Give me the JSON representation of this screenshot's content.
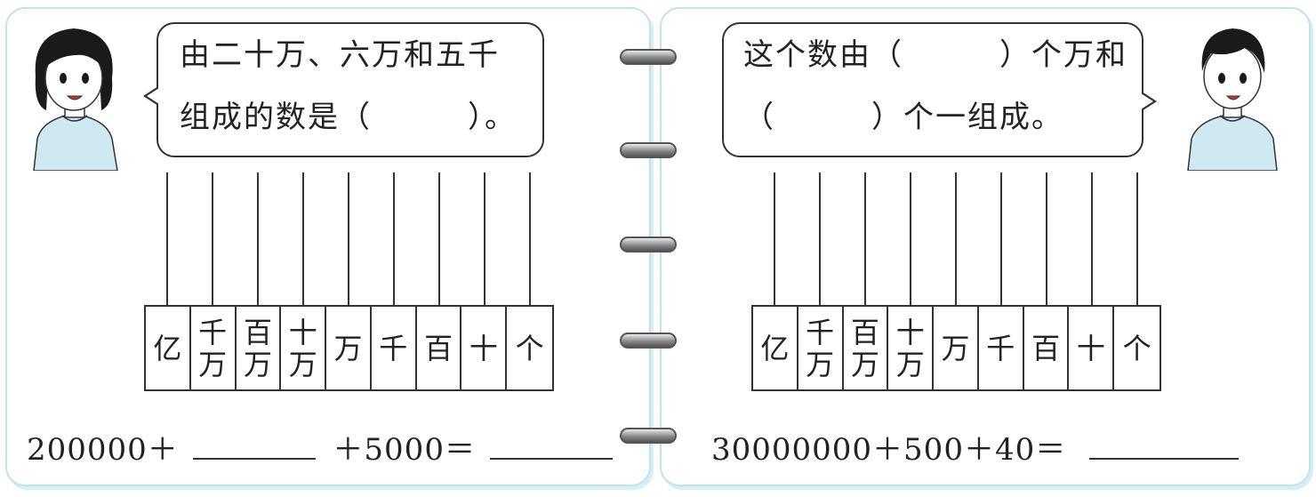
{
  "left": {
    "speech_line1": "由二十万、六万和五千",
    "speech_line2": "组成的数是（　　　）。",
    "place_values": [
      [
        "亿"
      ],
      [
        "千",
        "万"
      ],
      [
        "百",
        "万"
      ],
      [
        "十",
        "万"
      ],
      [
        "万"
      ],
      [
        "千"
      ],
      [
        "百"
      ],
      [
        "十"
      ],
      [
        "个"
      ]
    ],
    "eq_part1": "200000＋",
    "eq_part2": "＋5000＝"
  },
  "right": {
    "speech_line1": "这个数由（　　　）个万和",
    "speech_line2": "（　　　）个一组成。",
    "place_values": [
      [
        "亿"
      ],
      [
        "千",
        "万"
      ],
      [
        "百",
        "万"
      ],
      [
        "十",
        "万"
      ],
      [
        "万"
      ],
      [
        "千"
      ],
      [
        "百"
      ],
      [
        "十"
      ],
      [
        "个"
      ]
    ],
    "eq_part1": "30000000＋500＋40＝"
  },
  "colors": {
    "page_border": "#bfe3ef",
    "shirt": "#cfe9f3",
    "hair": "#1a1a1a"
  }
}
